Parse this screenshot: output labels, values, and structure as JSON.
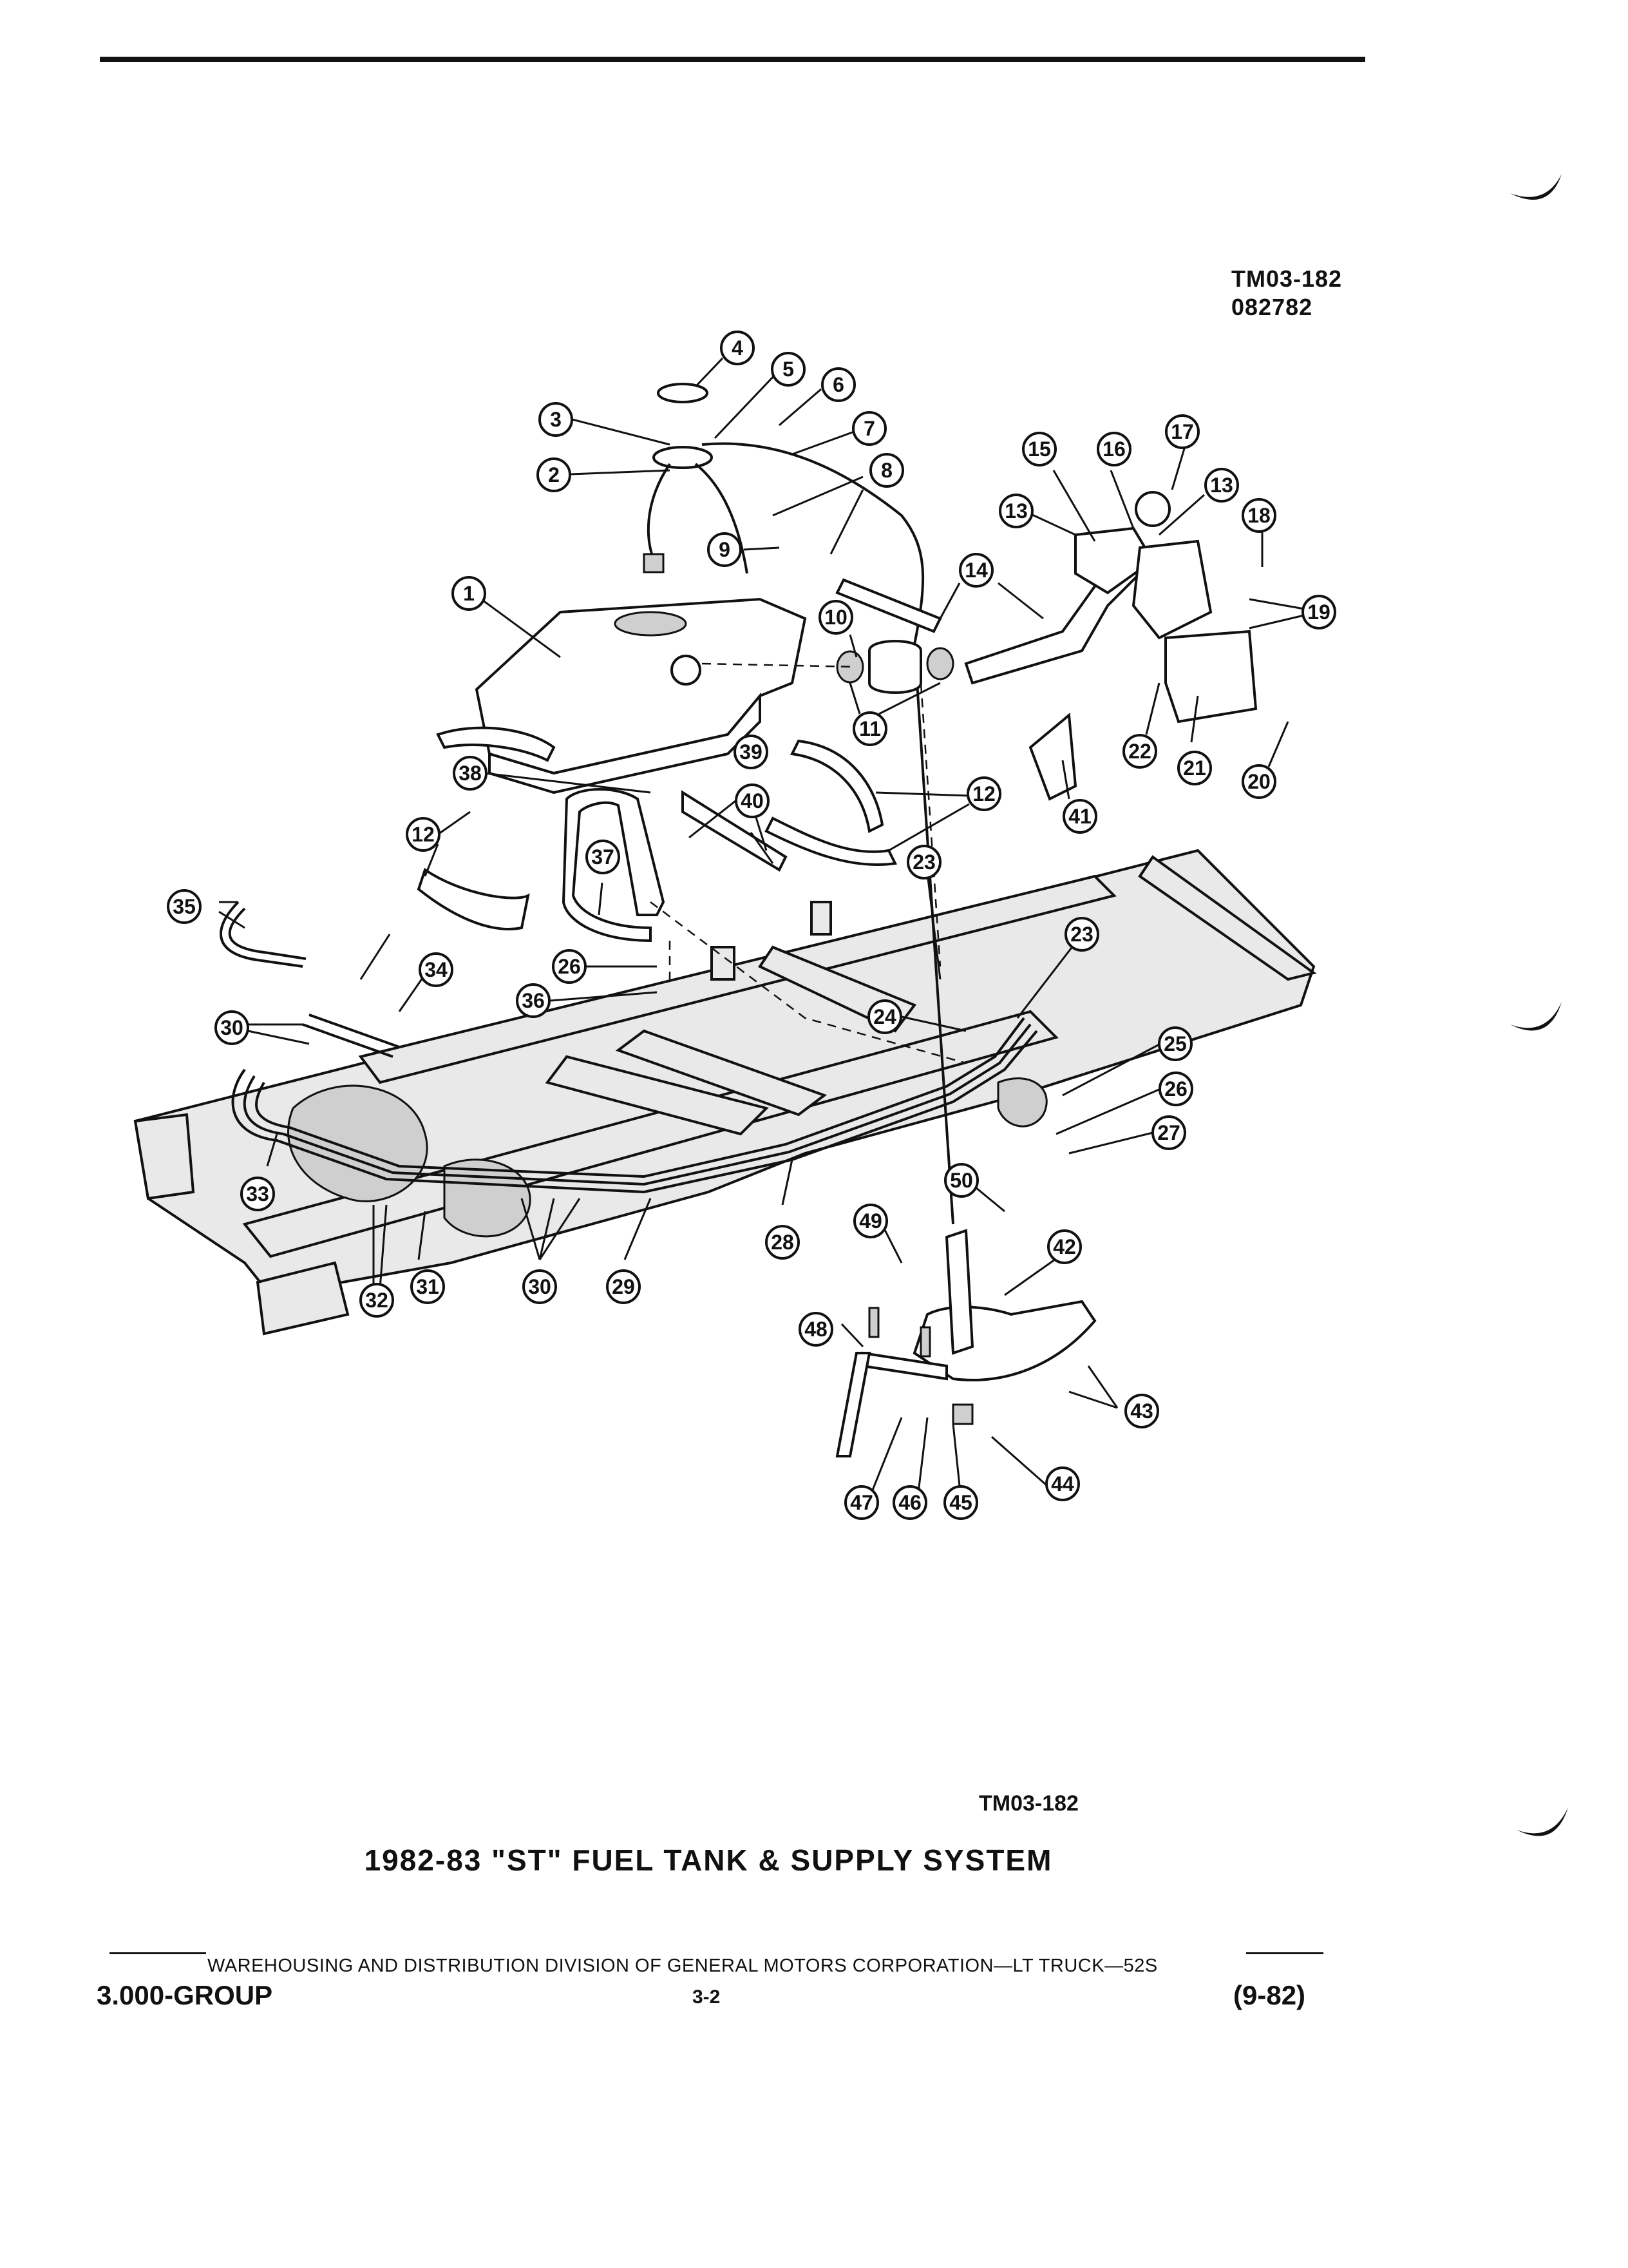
{
  "header": {
    "ref_code": "TM03-182",
    "ref_date": "082782"
  },
  "callouts": [
    "1",
    "2",
    "3",
    "4",
    "5",
    "6",
    "7",
    "8",
    "9",
    "10",
    "11",
    "12",
    "13",
    "14",
    "15",
    "16",
    "17",
    "18",
    "19",
    "20",
    "21",
    "22",
    "23",
    "24",
    "25",
    "26",
    "27",
    "28",
    "29",
    "30",
    "31",
    "32",
    "33",
    "34",
    "35",
    "36",
    "37",
    "38",
    "39",
    "40",
    "41",
    "42",
    "43",
    "44",
    "45",
    "46",
    "47",
    "48",
    "49",
    "50"
  ],
  "figure": {
    "code": "TM03-182",
    "caption": "1982-83 \"ST\" FUEL TANK & SUPPLY SYSTEM"
  },
  "footer": {
    "division_line": "WAREHOUSING AND DISTRIBUTION  DIVISION OF GENERAL MOTORS CORPORATION—LT TRUCK—52S",
    "group": "3.000-GROUP",
    "page": "3-2",
    "date": "(9-82)"
  }
}
